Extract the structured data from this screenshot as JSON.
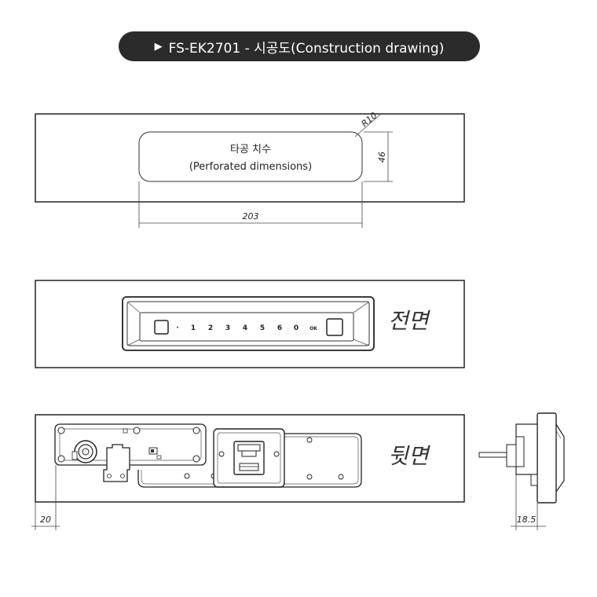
{
  "title": {
    "marker": "▶",
    "text": "FS-EK2701 -  시공도(Construction drawing)"
  },
  "cutout_view": {
    "label_ko": "타공 치수",
    "label_en": "(Perforated dimensions)",
    "radius": "R10",
    "height_dim": "46",
    "width_dim": "203"
  },
  "front_view": {
    "label": "전면",
    "keys": [
      "·",
      "1",
      "2",
      "3",
      "4",
      "5",
      "6",
      "0",
      "OK"
    ]
  },
  "back_view": {
    "label": "뒷면",
    "offset_dim": "20"
  },
  "side_view": {
    "depth_dim": "18.5"
  }
}
